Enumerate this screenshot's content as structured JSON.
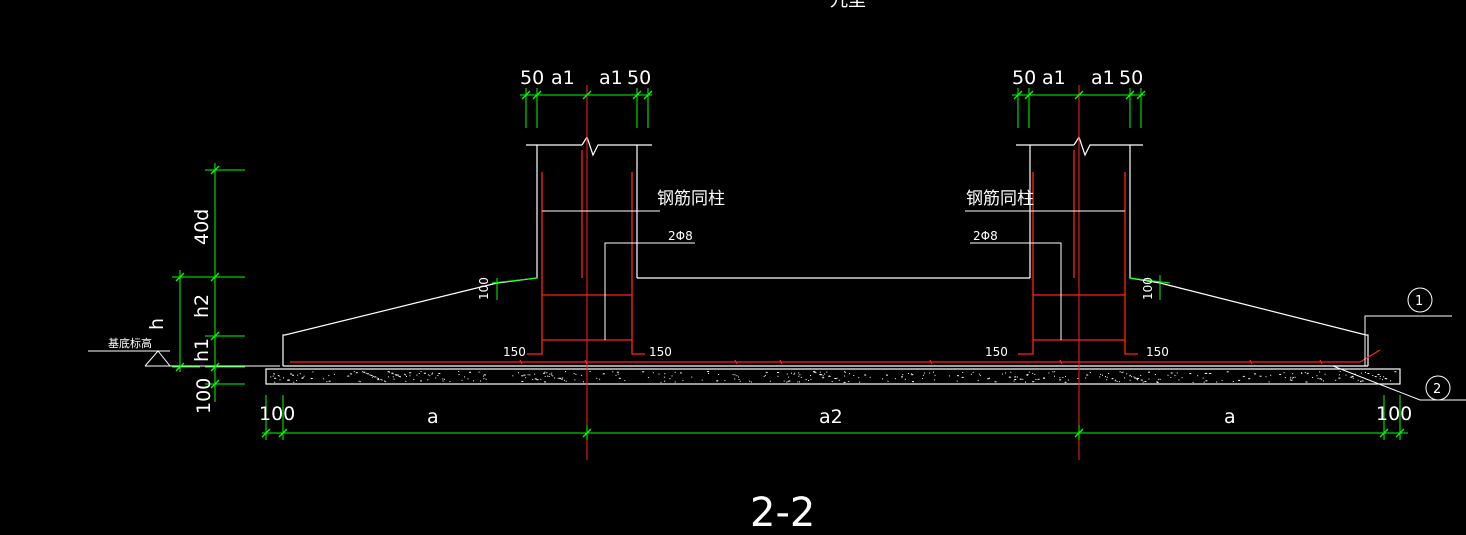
{
  "colors": {
    "background": "#000000",
    "outline": "#ffffff",
    "rebar": "#ff2020",
    "dimension": "#00ff00",
    "text": "#ffffff"
  },
  "top_partial_label": "九里",
  "column_dims": [
    "50",
    "a1",
    "a1",
    "50"
  ],
  "rebar_label": "钢筋同柱",
  "stirrup_label": "2Φ8",
  "hook_length": "150",
  "dim_100": "100",
  "left_dims": {
    "d40": "40d",
    "h2": "h2",
    "h": "h",
    "h1": "h1",
    "cushion": "100"
  },
  "base_elevation_label": "基底标高",
  "bottom_dims": {
    "edge": "100",
    "a": "a",
    "a2": "a2"
  },
  "callouts": [
    "1",
    "2"
  ],
  "section_title": "2-2"
}
